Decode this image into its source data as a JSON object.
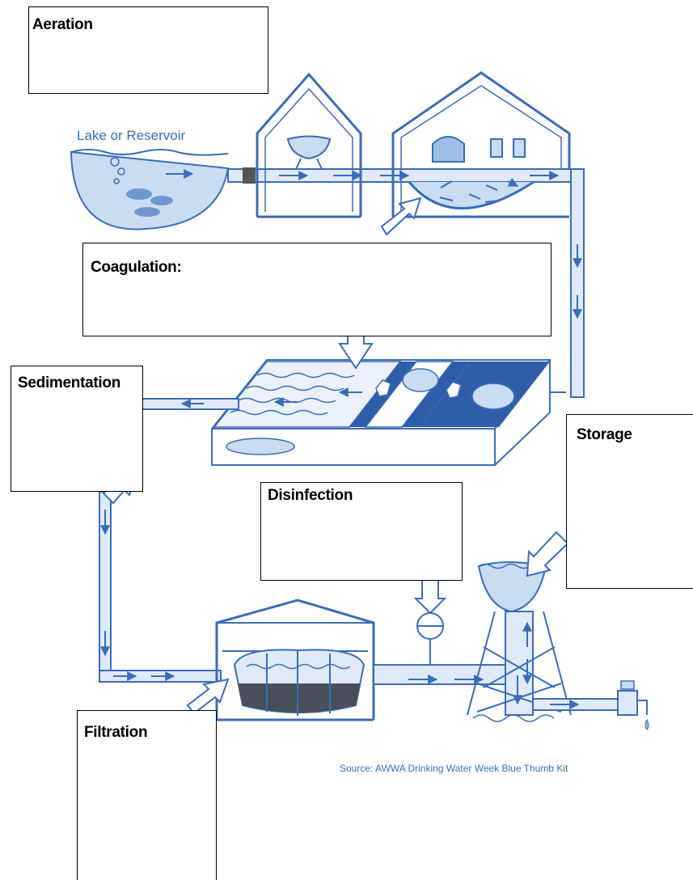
{
  "labels": {
    "aeration": "Aeration",
    "coagulation": "Coagulation:",
    "sedimentation": "Sedimentation",
    "storage": "Storage",
    "disinfection": "Disinfection",
    "filtration": "Filtration"
  },
  "lake_label": "Lake or Reservoir",
  "source_text": "Source: AWWA Drinking Water Week Blue Thumb Kit",
  "colors": {
    "line": "#3a6db5",
    "pipe_fill": "#dfe9f7",
    "water_fill": "#c9dcf2",
    "dark_fill": "#2f5ea8",
    "box_border": "#000000"
  }
}
